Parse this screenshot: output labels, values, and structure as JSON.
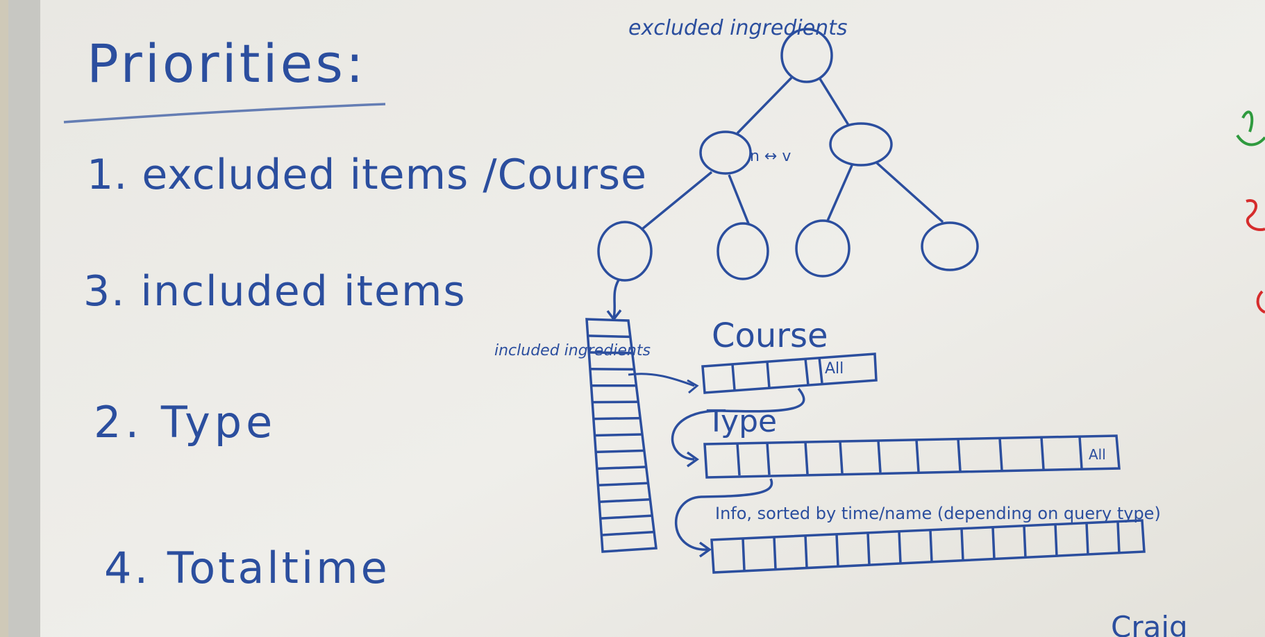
{
  "priorities": {
    "title": "Priorities:",
    "items": [
      "1. excluded items /Course",
      "3. included items",
      "2. Type",
      "4. Totaltime"
    ]
  },
  "tree": {
    "root_label": "excluded ingredients",
    "sibling_label": "n ↔ v"
  },
  "included_label": "included ingredients",
  "arrays": {
    "course_label": "Course",
    "course_all": "All",
    "type_label": "Type",
    "type_all": "All",
    "info_label": "Info, sorted by time/name (depending on query type)"
  },
  "margin_note": "Craig",
  "colors": {
    "ink": "#2b4e9e",
    "whiteboard": "#ecebe6",
    "wall": "#d9d4c6",
    "green_marker": "#2f9a3e",
    "red_marker": "#d62c2c"
  }
}
